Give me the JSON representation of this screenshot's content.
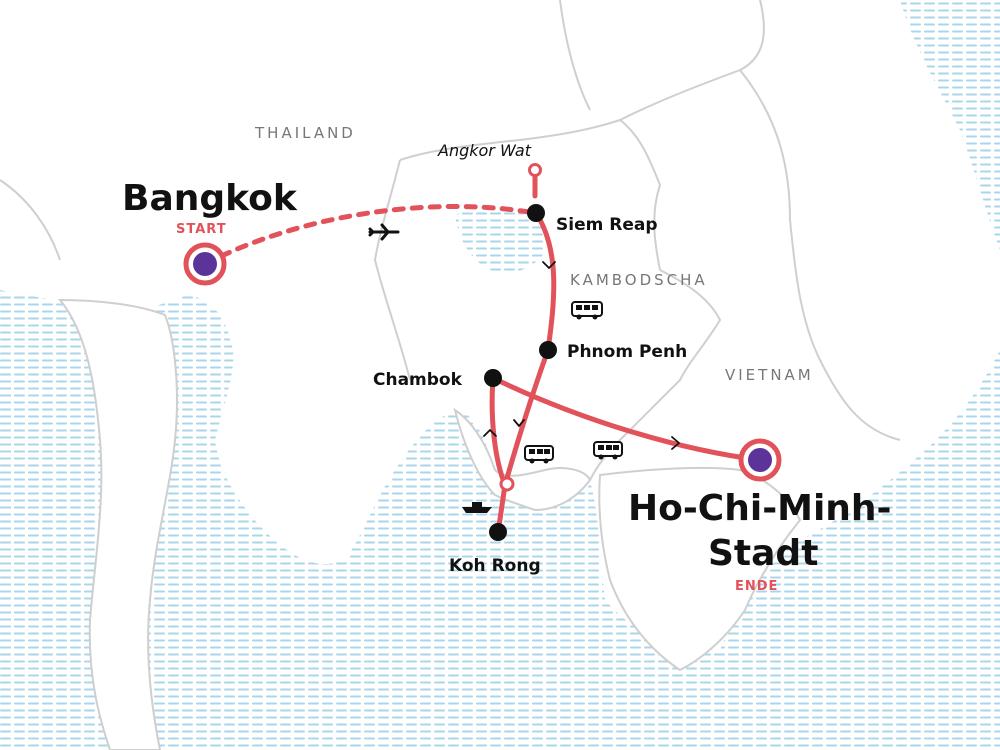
{
  "map": {
    "countries": {
      "thailand": "THAILAND",
      "cambodia": "KAMBODSCHA",
      "vietnam": "VIETNAM"
    },
    "start": {
      "name": "Bangkok",
      "tag": "START"
    },
    "end": {
      "name_line1": "Ho-Chi-Minh-",
      "name_line2": "Stadt",
      "tag": "ENDE"
    },
    "stops": {
      "angkor": "Angkor Wat",
      "siem_reap": "Siem Reap",
      "phnom_penh": "Phnom Penh",
      "chambok": "Chambok",
      "koh_rong": "Koh Rong"
    },
    "icons": [
      "plane-icon",
      "bus-icon",
      "boat-icon"
    ],
    "colors": {
      "route": "#e2525a",
      "endpoint_fill": "#5b3399",
      "water": "#a9d6ea",
      "border": "#cfcfcf",
      "label_accent": "#e2525a"
    }
  }
}
